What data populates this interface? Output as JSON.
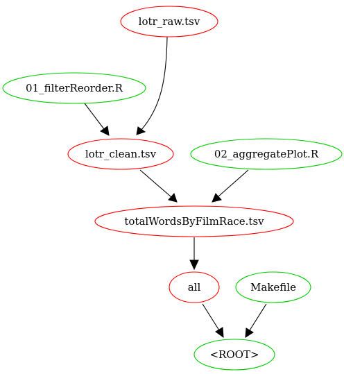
{
  "colors": {
    "data_file": "#ff0000",
    "source_file": "#00cc00",
    "edge": "#000000"
  },
  "nodes": [
    {
      "id": "lotr_raw",
      "label": "lotr_raw.tsv",
      "kind": "data_file"
    },
    {
      "id": "filter",
      "label": "01_filterReorder.R",
      "kind": "source_file"
    },
    {
      "id": "lotr_clean",
      "label": "lotr_clean.tsv",
      "kind": "data_file"
    },
    {
      "id": "aggregate",
      "label": "02_aggregatePlot.R",
      "kind": "source_file"
    },
    {
      "id": "total",
      "label": "totalWordsByFilmRace.tsv",
      "kind": "data_file"
    },
    {
      "id": "all",
      "label": "all",
      "kind": "data_file"
    },
    {
      "id": "makefile",
      "label": "Makefile",
      "kind": "source_file"
    },
    {
      "id": "root",
      "label": "<ROOT>",
      "kind": "source_file"
    }
  ],
  "edges": [
    {
      "from": "lotr_raw",
      "to": "lotr_clean"
    },
    {
      "from": "filter",
      "to": "lotr_clean"
    },
    {
      "from": "lotr_clean",
      "to": "total"
    },
    {
      "from": "aggregate",
      "to": "total"
    },
    {
      "from": "total",
      "to": "all"
    },
    {
      "from": "all",
      "to": "root"
    },
    {
      "from": "makefile",
      "to": "root"
    }
  ]
}
